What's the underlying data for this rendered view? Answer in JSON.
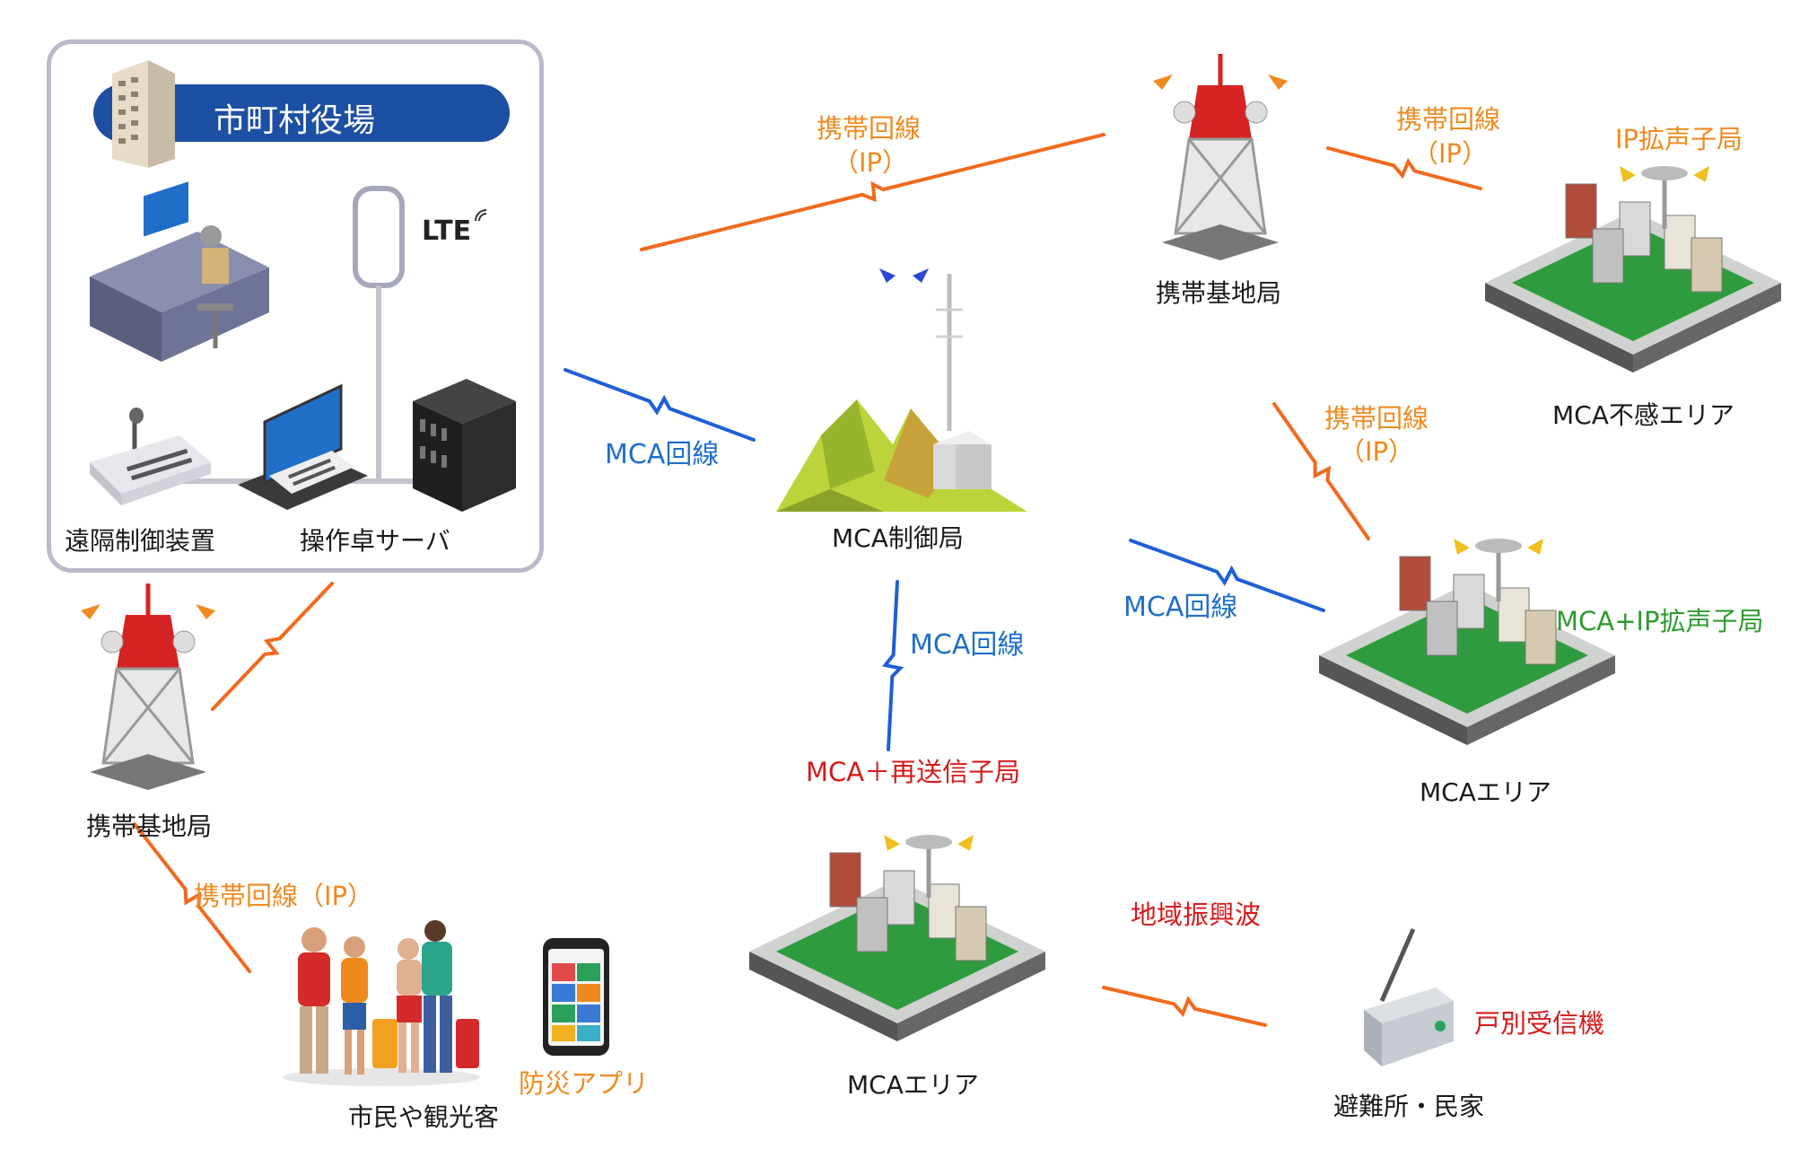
{
  "city_hall": {
    "title": "市町村役場",
    "lte_label": "LTE",
    "remote_control_device": "遠隔制御装置",
    "console_server": "操作卓サーバ"
  },
  "nodes": {
    "mobile_base_station_top": "携帯基地局",
    "mobile_base_station_left": "携帯基地局",
    "mca_control_station": "MCA制御局",
    "mca_dead_zone": "MCA不感エリア",
    "mca_area_right": "MCAエリア",
    "mca_area_center": "MCAエリア",
    "citizens_tourists": "市民や観光客",
    "shelter_homes": "避難所・民家"
  },
  "stations": {
    "ip_speaker": "IP拡声子局",
    "mca_ip_speaker": "MCA+IP拡声子局",
    "mca_retransmit": "MCA＋再送信子局",
    "home_receiver": "戸別受信機",
    "disaster_app": "防災アプリ"
  },
  "links": {
    "mobile_ip_1_line1": "携帯回線",
    "mobile_ip_1_line2": "（IP）",
    "mobile_ip_2_line1": "携帯回線",
    "mobile_ip_2_line2": "（IP）",
    "mobile_ip_3_line1": "携帯回線",
    "mobile_ip_3_line2": "（IP）",
    "mobile_ip_4": "携帯回線（IP）",
    "mca_line_1": "MCA回線",
    "mca_line_2": "MCA回線",
    "mca_line_3": "MCA回線",
    "community_wave": "地域振興波"
  },
  "colors": {
    "mobile_link": "#f06a1e",
    "mca_link": "#1f5fd6",
    "banner": "#1d4fa3",
    "tower_red": "#d62222"
  },
  "icons": [
    "building-icon",
    "operator-desk-icon",
    "antenna-icon",
    "remote-control-device-icon",
    "console-monitor-icon",
    "server-rack-icon",
    "cell-tower-icon",
    "mountain-antenna-icon",
    "speaker-tower-icon",
    "city-block-icon",
    "people-group-icon",
    "smartphone-icon",
    "radio-receiver-icon"
  ]
}
